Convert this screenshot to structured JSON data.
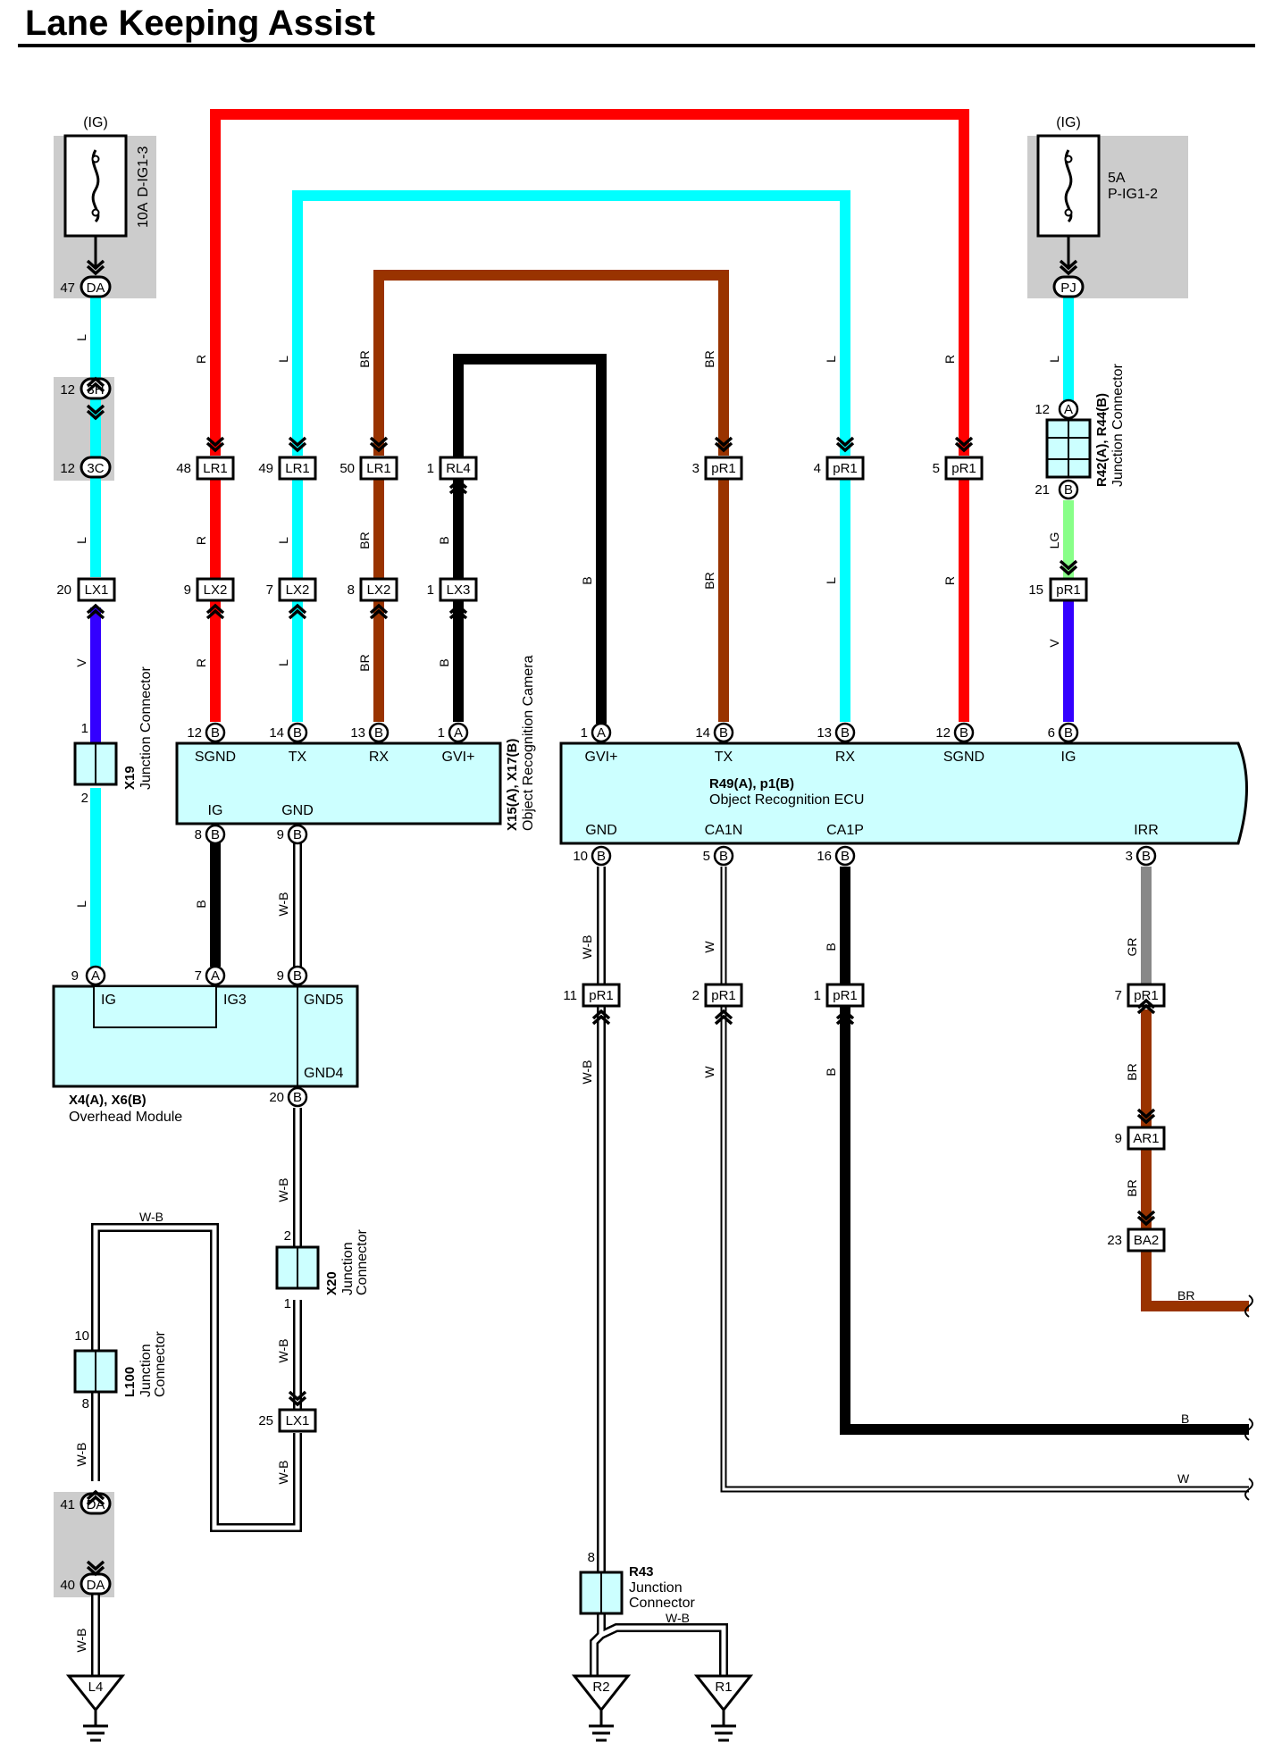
{
  "title": "Lane Keeping Assist",
  "colors": {
    "R": "#ff0000",
    "L": "#00ffff",
    "BR": "#993300",
    "B": "#000000",
    "V": "#3300ff",
    "LG": "#88ff88",
    "GR": "#888888",
    "W": "#ffffff",
    "component_fill": "#ccffff",
    "fuse_box_fill": "#cccccc"
  },
  "fuses": {
    "left": {
      "supply": "(IG)",
      "rating": "10A",
      "name": "D-IG1-3"
    },
    "right": {
      "supply": "(IG)",
      "rating": "5A",
      "name": "P-IG1-2"
    }
  },
  "camera": {
    "code": "X15(A), X17(B)",
    "name": "Object Recognition Camera",
    "top_pins": [
      "SGND",
      "TX",
      "RX",
      "GVI+"
    ],
    "bottom_pins": [
      "IG",
      "GND"
    ]
  },
  "ecu": {
    "code": "R49(A), p1(B)",
    "name": "Object Recognition ECU",
    "top_pins": [
      "GVI+",
      "TX",
      "RX",
      "SGND",
      "IG"
    ],
    "bottom_pins": [
      "GND",
      "CA1N",
      "CA1P",
      "IRR"
    ]
  },
  "overhead": {
    "code": "X4(A), X6(B)",
    "name": "Overhead Module",
    "pins": [
      "IG",
      "IG3",
      "GND5",
      "GND4"
    ]
  },
  "junctions": {
    "x19": {
      "code": "X19",
      "name": "Junction Connector"
    },
    "x20": {
      "code": "X20",
      "name1": "Junction",
      "name2": "Connector"
    },
    "l100": {
      "code": "L100",
      "name1": "Junction",
      "name2": "Connector"
    },
    "r42": {
      "code": "R42(A), R44(B)",
      "name": "Junction Connector"
    },
    "r43": {
      "code": "R43",
      "name1": "Junction",
      "name2": "Connector"
    }
  },
  "grounds": [
    "L4",
    "R2",
    "R1"
  ],
  "connectors": [
    "DA",
    "3H",
    "3C",
    "LX1",
    "LR1",
    "LR1",
    "LR1",
    "RL4",
    "LX2",
    "LX2",
    "LX2",
    "LX3",
    "pR1",
    "pR1",
    "pR1",
    "PJ",
    "pR1",
    "pR1",
    "pR1",
    "pR1",
    "pR1",
    "AR1",
    "BA2",
    "LX1",
    "DA",
    "DA"
  ],
  "pins": [
    "47",
    "12",
    "12",
    "20",
    "1",
    "2",
    "9",
    "48",
    "49",
    "50",
    "1",
    "9",
    "7",
    "8",
    "1",
    "12",
    "14",
    "13",
    "1",
    "8",
    "9",
    "7",
    "9",
    "20",
    "2",
    "1",
    "25",
    "10",
    "8",
    "41",
    "40",
    "3",
    "4",
    "5",
    "12",
    "21",
    "15",
    "1",
    "14",
    "13",
    "12",
    "6",
    "10",
    "5",
    "16",
    "3",
    "11",
    "2",
    "1",
    "7",
    "9",
    "23",
    "8"
  ],
  "pin_letters": [
    "A",
    "B"
  ],
  "wire_labels": [
    "L",
    "L",
    "V",
    "L",
    "R",
    "R",
    "R",
    "L",
    "L",
    "L",
    "BR",
    "BR",
    "BR",
    "B",
    "B",
    "B",
    "W-B",
    "B",
    "BR",
    "BR",
    "L",
    "L",
    "R",
    "R",
    "L",
    "LG",
    "V",
    "W-B",
    "W-B",
    "W",
    "W",
    "B",
    "B",
    "GR",
    "BR",
    "BR",
    "BR",
    "B",
    "W",
    "W-B",
    "W-B",
    "W-B",
    "W-B",
    "W-B",
    "W-B",
    "W-B",
    "W-B"
  ]
}
